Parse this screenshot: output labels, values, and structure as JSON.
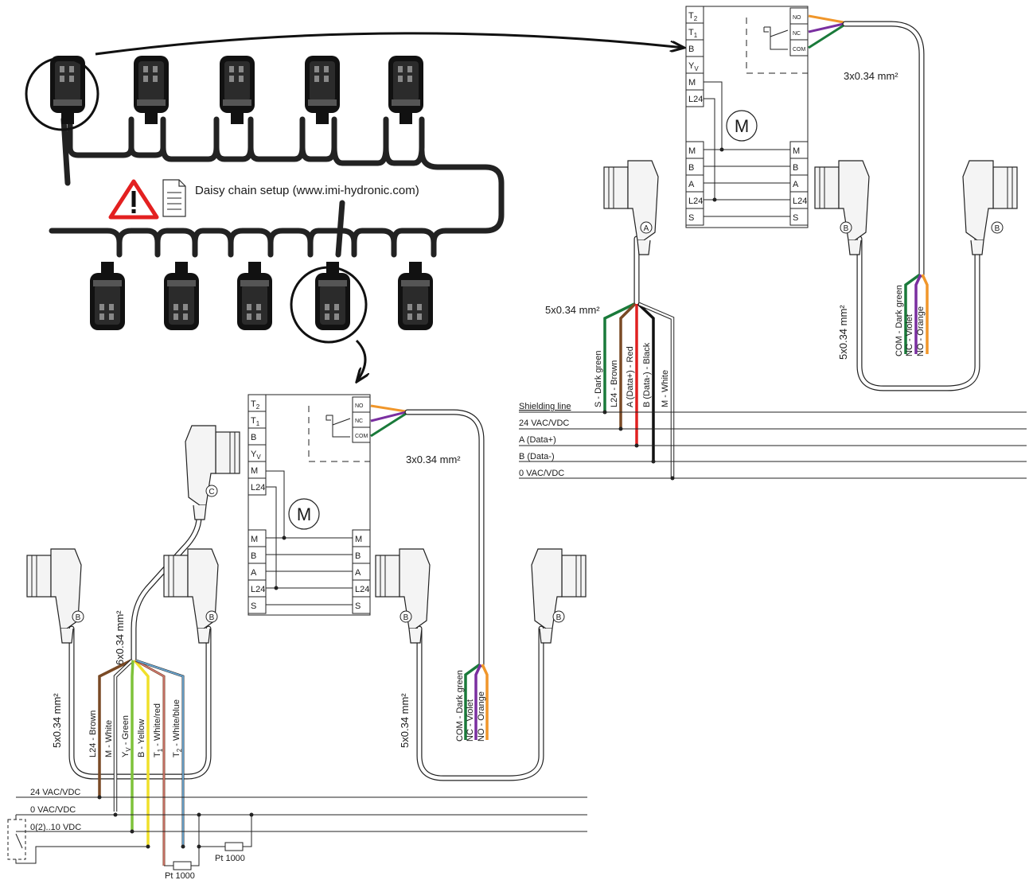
{
  "colors": {
    "dark_green": "#1a7a3a",
    "brown": "#7a4a25",
    "red": "#e02020",
    "black": "#111111",
    "white": "#ffffff",
    "violet": "#7a2fa0",
    "orange": "#f0962a",
    "green": "#7ec23a",
    "yellow": "#f0e02a",
    "white_red": "#d97a7a",
    "white_blue": "#6aa8d4",
    "warning_red": "#e32020"
  },
  "note": {
    "text": "Daisy chain setup (www.imi-hydronic.com)",
    "warning_icon": "warning-triangle-icon",
    "doc_icon": "document-icon"
  },
  "top_unit": {
    "left_terminals": [
      "T",
      "T",
      "B",
      "Y",
      "M",
      "L24"
    ],
    "left_subs": [
      "2",
      "1",
      "",
      "V",
      "",
      ""
    ],
    "relay_terminals": [
      "NO",
      "NC",
      "COM"
    ],
    "motor_label": "M",
    "bus_left": [
      "M",
      "B",
      "A",
      "L24",
      "S"
    ],
    "bus_right": [
      "M",
      "B",
      "A",
      "L24",
      "S"
    ],
    "relay_cable": "3x0.34 mm²",
    "bus_cable": "5x0.34 mm²",
    "bus_cable_b": "5x0.34 mm²",
    "connector_a": "A",
    "connector_b1": "B",
    "connector_b2": "B",
    "bus_wires": [
      "S - Dark green",
      "L24 - Brown",
      "A (Data+) - Red",
      "B (Data-) - Black",
      "M - White"
    ],
    "relay_wires": [
      "COM - Dark green",
      "NC - Violet",
      "NO - Orange"
    ],
    "lines": [
      "Shielding line",
      "24 VAC/VDC",
      "A (Data+)",
      "B (Data-)",
      "0 VAC/VDC"
    ]
  },
  "bottom_unit": {
    "left_terminals": [
      "T",
      "T",
      "B",
      "Y",
      "M",
      "L24"
    ],
    "left_subs": [
      "2",
      "1",
      "",
      "V",
      "",
      ""
    ],
    "relay_terminals": [
      "NO",
      "NC",
      "COM"
    ],
    "motor_label": "M",
    "bus_left": [
      "M",
      "B",
      "A",
      "L24",
      "S"
    ],
    "bus_right": [
      "M",
      "B",
      "A",
      "L24",
      "S"
    ],
    "relay_cable": "3x0.34 mm²",
    "signal_cable": "6x0.34 mm²",
    "left_cable": "5x0.34 mm²",
    "right_cable": "5x0.34 mm²",
    "connector_c": "C",
    "connector_b1": "B",
    "connector_b2": "B",
    "connector_b3": "B",
    "connector_b4": "B",
    "signal_wires": [
      "L24 - Brown",
      "M - White",
      "Y",
      "B - Yellow",
      "T",
      "T"
    ],
    "signal_wire_suffix": [
      "",
      "",
      " - Green",
      "",
      " - White/red",
      " - White/blue"
    ],
    "signal_wire_subs": [
      "",
      "",
      "V",
      "",
      "1",
      "2"
    ],
    "relay_wires": [
      "COM - Dark green",
      "NC - Violet",
      "NO - Orange"
    ],
    "lines": [
      "24 VAC/VDC",
      "0 VAC/VDC",
      "0(2)..10 VDC"
    ],
    "sensors": [
      "Pt 1000",
      "Pt 1000"
    ]
  }
}
